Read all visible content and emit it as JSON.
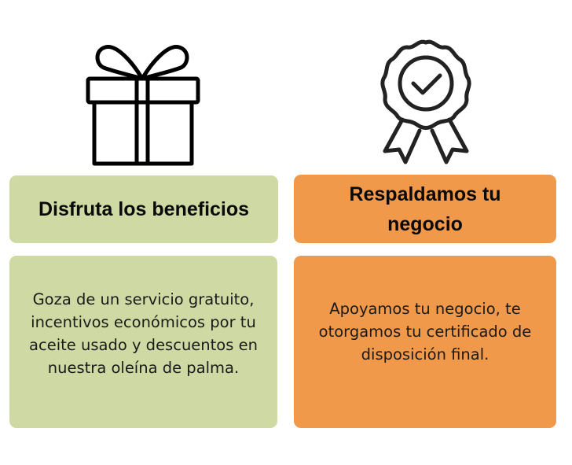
{
  "colors": {
    "green": "#cfd9a3",
    "orange": "#f0994b",
    "text": "#0a0a0a"
  },
  "cards": [
    {
      "icon": "gift-icon",
      "title": "Disfruta los beneficios",
      "description": "Goza de un servicio gratuito, incentivos económicos por tu aceite usado y descuentos en nuestra oleína de palma."
    },
    {
      "icon": "award-badge-check-icon",
      "title": "Respaldamos tu negocio",
      "description": "Apoyamos tu negocio, te otorgamos tu certificado de disposición final."
    }
  ]
}
